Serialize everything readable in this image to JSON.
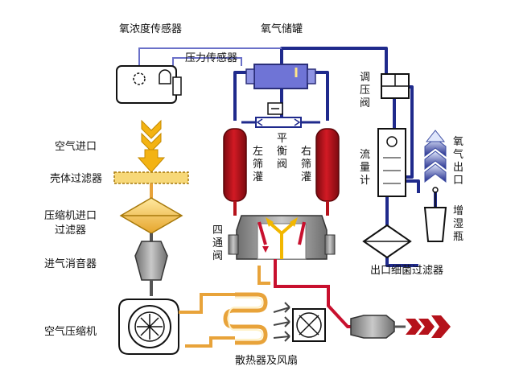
{
  "labels": {
    "oxygen_sensor": "氧浓度传感器",
    "oxygen_tank": "氧气储罐",
    "pressure_sensor": "压力传感器",
    "regulator": "调压阀",
    "air_inlet": "空气进口",
    "shell_filter": "壳体过滤器",
    "compressor_inlet_filter_1": "压缩机进口",
    "compressor_inlet_filter_2": "过滤器",
    "intake_muffler": "进气消音器",
    "air_compressor": "空气压缩机",
    "left_sieve": "左筛灌",
    "balance_valve": "平衡阀",
    "right_sieve": "右筛灌",
    "four_way_valve": "四通阀",
    "flow_meter": "流量计",
    "oxygen_outlet": "氧气出口",
    "humidifier": "增湿瓶",
    "outlet_filter": "出口细菌过滤器",
    "radiator_fan": "散热器及风扇"
  },
  "colors": {
    "oxygen_line": "#1f2a8c",
    "hot_line": "#c8102e",
    "air_line": "#e8a33a",
    "sieve_tank": "#b5121b",
    "sensor_line": "#6a70c8",
    "tank_fill": "#6f74d6",
    "outlet_arrow": "#a8b8e8"
  }
}
